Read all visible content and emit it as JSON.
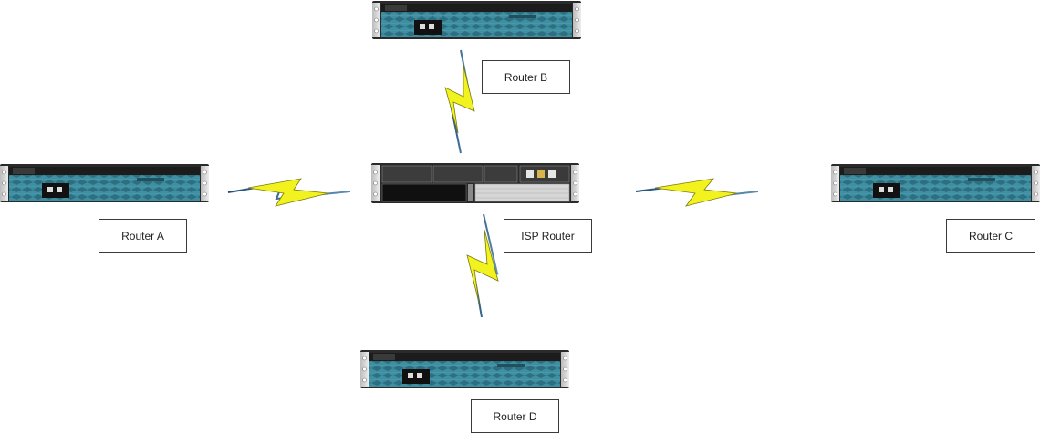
{
  "nodes": {
    "isp": {
      "label": "ISP Router",
      "device": "isp-router-chassis"
    },
    "a": {
      "label": "Router A",
      "device": "router-chassis"
    },
    "b": {
      "label": "Router B",
      "device": "router-chassis"
    },
    "c": {
      "label": "Router C",
      "device": "router-chassis"
    },
    "d": {
      "label": "Router D",
      "device": "router-chassis"
    }
  },
  "links": [
    {
      "from": "isp",
      "to": "a",
      "type": "serial"
    },
    {
      "from": "isp",
      "to": "b",
      "type": "serial"
    },
    {
      "from": "isp",
      "to": "c",
      "type": "serial"
    },
    {
      "from": "isp",
      "to": "d",
      "type": "serial"
    }
  ],
  "colors": {
    "chassis_teal": "#3f8fa2",
    "chassis_dark": "#2a2a2a",
    "serial_fill": "#f2f21e",
    "serial_edge": "#7a7a10",
    "serial_line": "#2e5d87"
  }
}
